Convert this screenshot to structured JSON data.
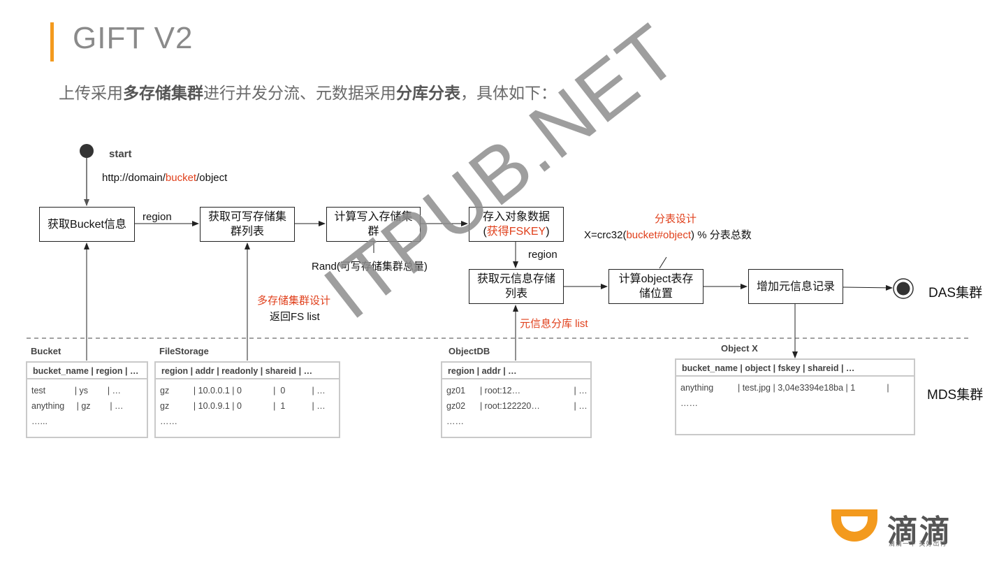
{
  "header": {
    "title": "GIFT V2",
    "subtitle_parts": [
      "上传采用",
      "多存储集群",
      "进行并发分流、元数据采用",
      "分库分表",
      "，具体如下："
    ]
  },
  "colors": {
    "accent": "#f39a1e",
    "highlight": "#e0401c",
    "logo": "#f39a1e"
  },
  "flow": {
    "start_label": "start",
    "url_prefix": "http://domain/",
    "url_bucket": "bucket",
    "url_suffix": "/object",
    "box_get_bucket": "获取Bucket信息",
    "edge_region1": "region",
    "box_get_writable": "获取可写存储集群列表",
    "box_calc_write": "计算写入存储集群",
    "rand_label": "Rand(可写存储集群总量)",
    "box_store_line1": "存入对象数据",
    "box_store_line2_open": "(",
    "box_store_line2_red": "获得FSKEY",
    "box_store_line2_close": ")",
    "edge_region2": "region",
    "table_design_label": "分表设计",
    "formula_prefix": "X=crc32(",
    "formula_red": "bucket#object",
    "formula_suffix": ") % 分表总数",
    "box_get_meta": "获取元信息存储列表",
    "box_calc_object": "计算object表存储位置",
    "box_add_meta": "增加元信息记录",
    "multi_cluster_design": "多存储集群设计",
    "return_fs_list": "返回FS list",
    "meta_db_list": "元信息分库 list",
    "das_cluster": "DAS集群",
    "mds_cluster": "MDS集群"
  },
  "tables": {
    "bucket": {
      "caption": "Bucket",
      "header": "bucket_name | region | …",
      "rows": [
        "test            | ys        | …",
        "anything     | gz        | …",
        "…..."
      ]
    },
    "filestorage": {
      "caption": "FileStorage",
      "header": "region | addr      | readonly | shareid | …",
      "rows": [
        "gz          | 10.0.0.1 | 0             |  0           | …",
        "gz          | 10.0.9.1 | 0             |  1           | …",
        "……"
      ]
    },
    "objectdb": {
      "caption": "ObjectDB",
      "header": "region | addr                            | …",
      "rows": [
        "gz01      | root:12…                      | …",
        "gz02      | root:122220…              | …",
        "……"
      ]
    },
    "objectx": {
      "caption": "Object X",
      "header": "bucket_name | object    | fskey                     | shareid | …",
      "rows": [
        "anything          | test.jpg | 3,04e3394e18ba | 1             |",
        "……"
      ]
    }
  },
  "watermark": "ITPUB.NET",
  "logo": {
    "name": "滴滴",
    "slogan": "滴滴一下 美好出行"
  }
}
